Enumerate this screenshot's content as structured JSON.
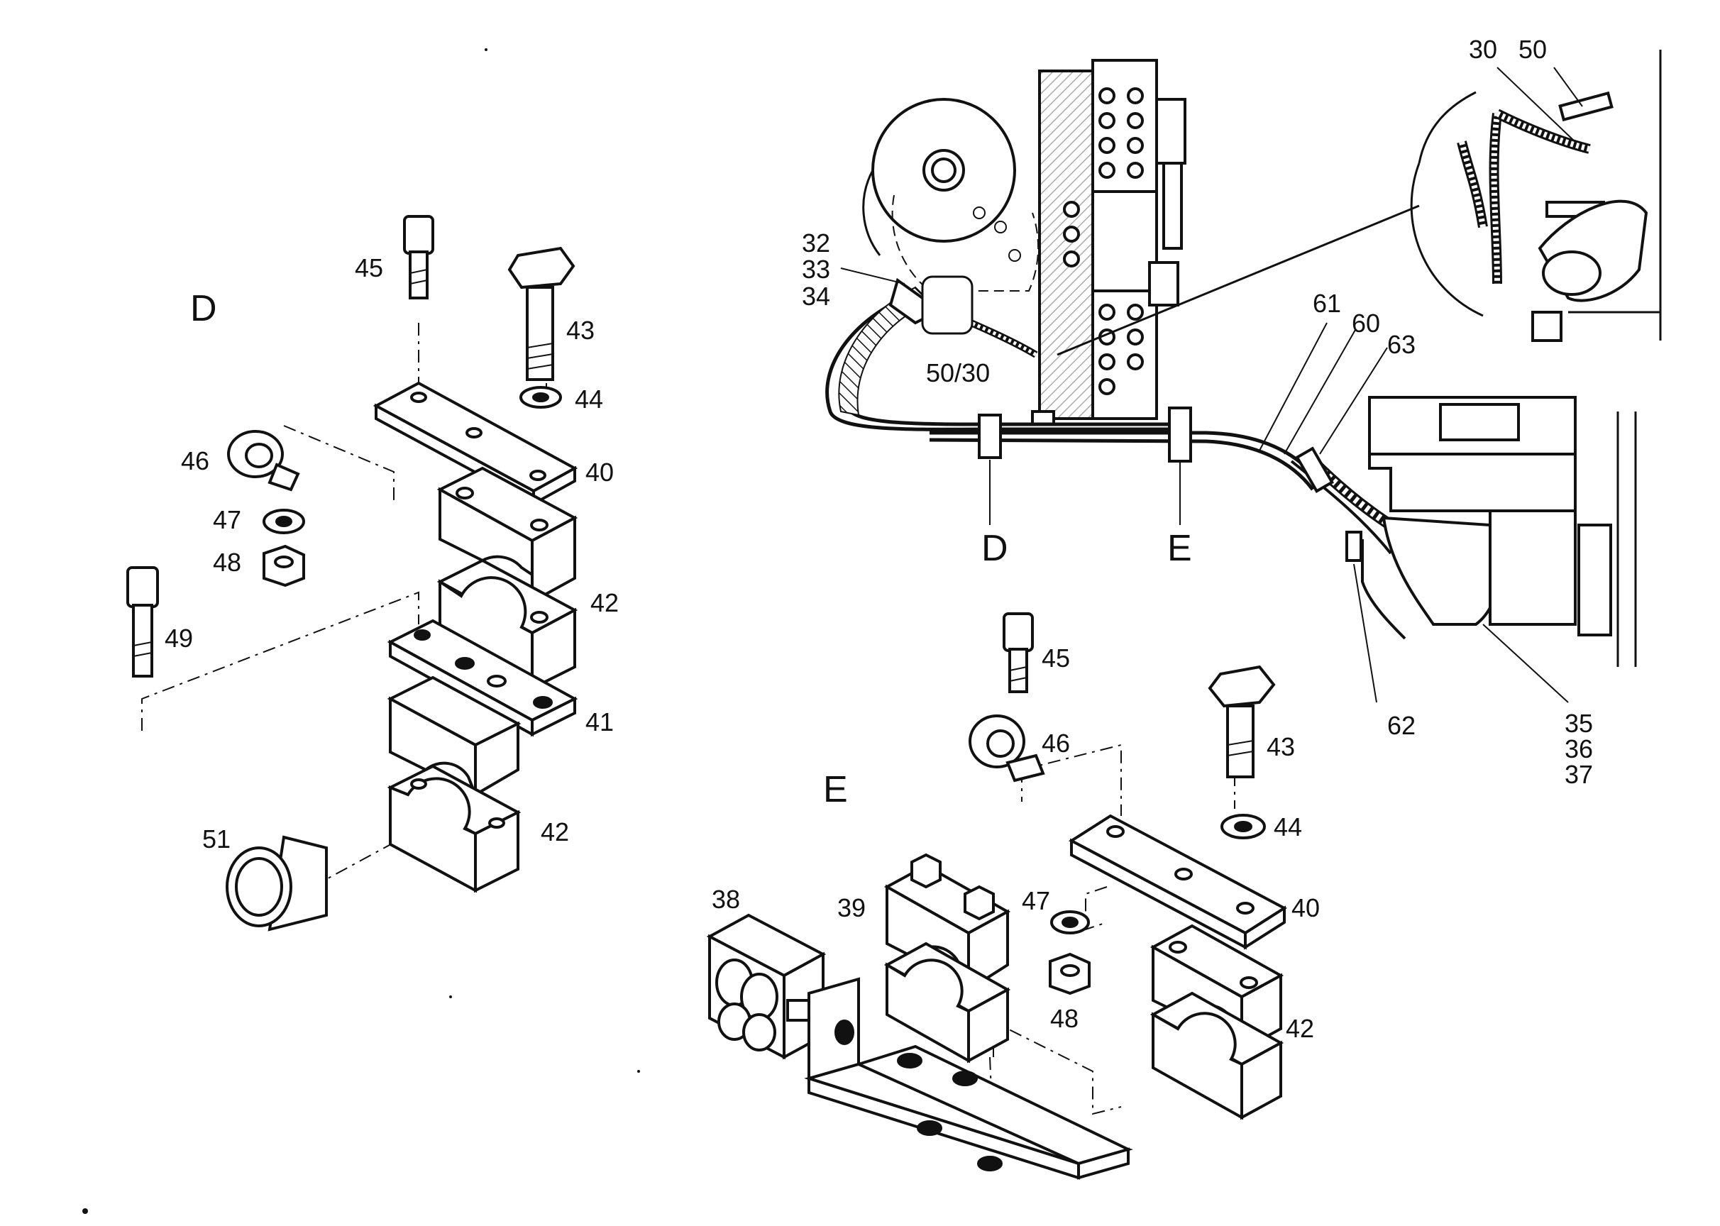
{
  "colors": {
    "ink": "#111111",
    "paper": "#ffffff"
  },
  "sections": {
    "d": "D",
    "e": "E"
  },
  "labels": {
    "d_45": "45",
    "d_43": "43",
    "d_44": "44",
    "d_40": "40",
    "d_46": "46",
    "d_47": "47",
    "d_48": "48",
    "d_42a": "42",
    "d_49": "49",
    "d_41": "41",
    "d_51": "51",
    "d_42b": "42",
    "t_32": "32",
    "t_33": "33",
    "t_34": "34",
    "t_50_30": "50/30",
    "t_30": "30",
    "t_50": "50",
    "t_61": "61",
    "t_60": "60",
    "t_63": "63",
    "t_62": "62",
    "t_35": "35",
    "t_36": "36",
    "t_37": "37",
    "t_d": "D",
    "t_e": "E",
    "e_45": "45",
    "e_46": "46",
    "e_43": "43",
    "e_44": "44",
    "e_40": "40",
    "e_47": "47",
    "e_48": "48",
    "e_42": "42",
    "e_38": "38",
    "e_39": "39"
  }
}
